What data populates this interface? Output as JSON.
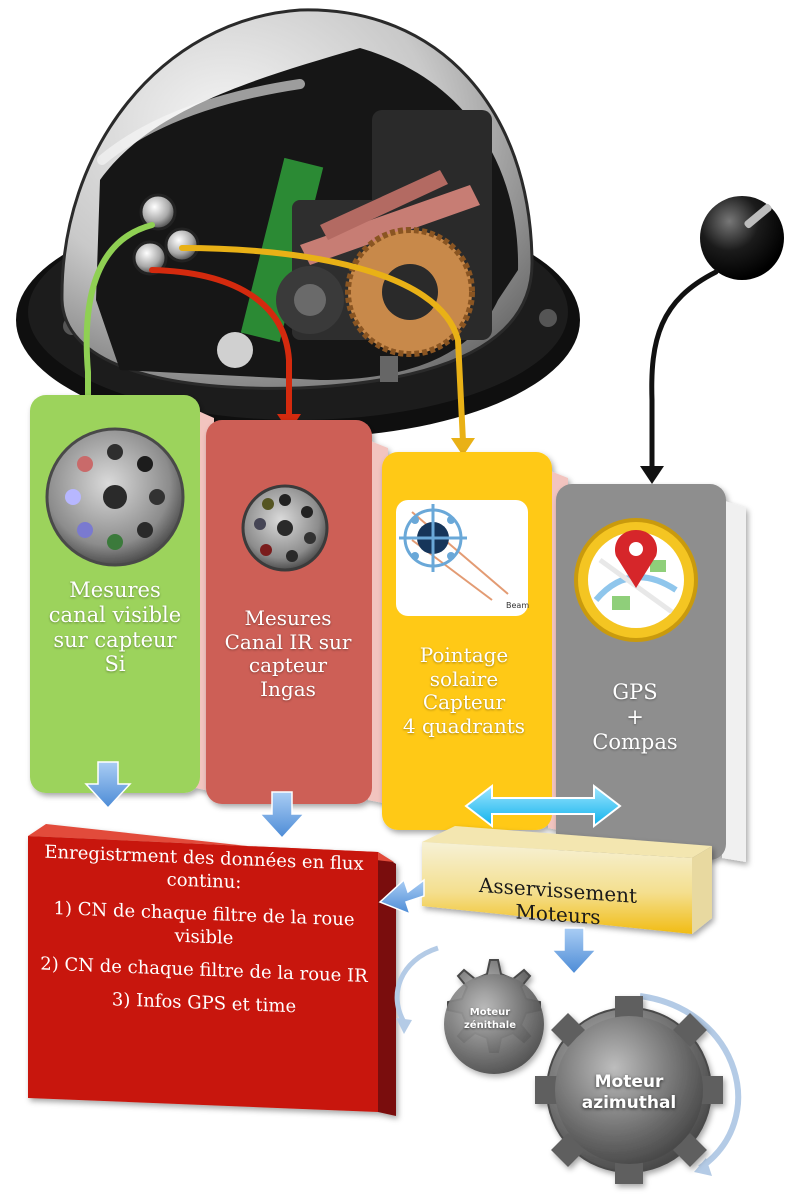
{
  "cards": {
    "visible": {
      "lines": [
        "Mesures",
        "canal visible",
        "sur capteur",
        "Si"
      ],
      "color": "#9cd35c"
    },
    "ir": {
      "lines": [
        "Mesures",
        "Canal IR sur",
        "capteur",
        "Ingas"
      ],
      "color": "#cd5f57"
    },
    "sun": {
      "lines": [
        "Pointage",
        "solaire",
        "Capteur",
        "4 quadrants"
      ],
      "color": "#ffc916",
      "inset_label": "Beam"
    },
    "gps": {
      "lines": [
        "GPS",
        "+",
        "Compas"
      ],
      "color": "#8e8e8e"
    }
  },
  "recording": {
    "title": "Enregistrment des données en flux continu:",
    "items": [
      "1) CN de chaque filtre de la roue visible",
      "2) CN de chaque filtre de la roue IR",
      "3) Infos GPS et time"
    ],
    "color": "#c8190c"
  },
  "servo": {
    "lines": [
      "Asservissement",
      "Moteurs"
    ]
  },
  "motors": {
    "zenith": {
      "lines": [
        "Moteur",
        "zénithale"
      ]
    },
    "azimuth": {
      "lines": [
        "Moteur",
        "azimuthal"
      ]
    }
  },
  "arrow_colors": {
    "visible": "#8fd053",
    "ir": "#d42a0e",
    "sun": "#e9b116",
    "gps": "#111111",
    "flow": "#6fa6e0",
    "sync": "#16b9ef",
    "rotation": "#b4cbe6"
  }
}
